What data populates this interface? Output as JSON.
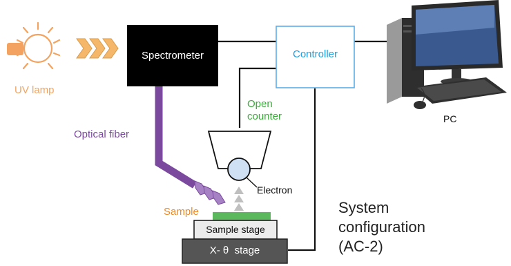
{
  "labels": {
    "uv_lamp": "UV lamp",
    "spectrometer": "Spectrometer",
    "controller": "Controller",
    "pc": "PC",
    "optical_fiber": "Optical fiber",
    "open_counter_line1": "Open",
    "open_counter_line2": "counter",
    "electron": "Electron",
    "sample": "Sample",
    "sample_stage": "Sample stage",
    "x_theta_stage": "X- θ  stage",
    "caption_line1": "System",
    "caption_line2": "configuration",
    "caption_line3": "(AC-2)"
  },
  "colors": {
    "uv_lamp": "#f3a35f",
    "arrows": "#f5b86a",
    "spectrometer_fill": "#000000",
    "controller_border": "#5aaee8",
    "controller_text": "#1a9fe0",
    "fiber": "#7b4a9e",
    "fiber_label": "#7b4a9e",
    "open_counter_label": "#3caa3c",
    "sample": "#5cb85c",
    "sample_label": "#f08a24",
    "stage_light": "#ececec",
    "stage_dark": "#555555"
  },
  "icons": [
    "uv-lamp-icon",
    "pc-tower-icon",
    "monitor-icon",
    "keyboard-icon",
    "mouse-icon"
  ]
}
